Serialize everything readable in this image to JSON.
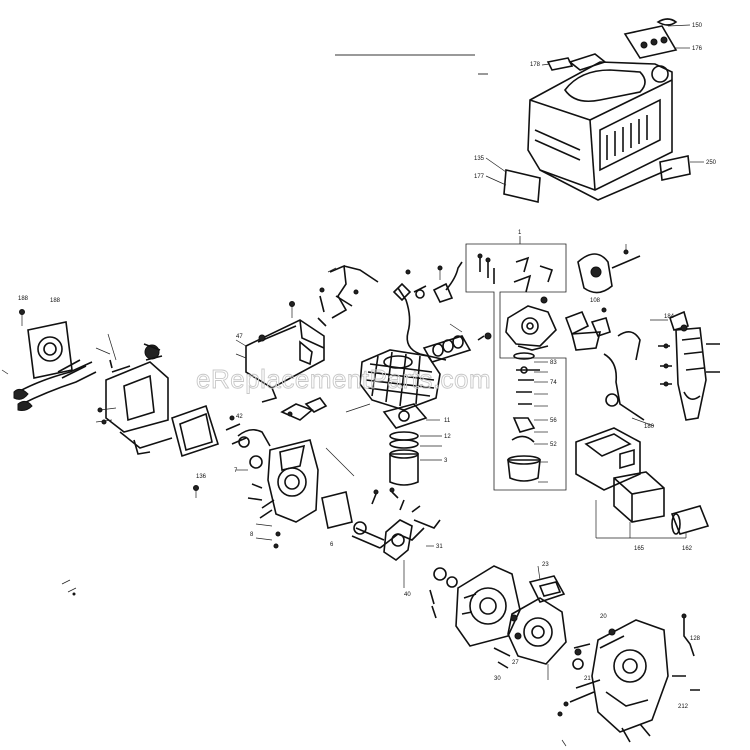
{
  "watermark": "eReplacementParts.com",
  "callouts": {
    "c150": "150",
    "c176": "176",
    "c178": "178",
    "c135": "135",
    "c177": "177",
    "c250": "250",
    "c3": "3",
    "c188": "188",
    "c11": "11",
    "c1": "1",
    "c83": "83",
    "c74": "74",
    "c47": "47",
    "c56": "56",
    "c52": "52",
    "c136": "136",
    "c7": "7",
    "c42": "42",
    "c8": "8",
    "c12": "12",
    "c6": "6",
    "c31": "31",
    "c40": "40",
    "c23": "23",
    "c27": "27",
    "c30": "30",
    "c20": "20",
    "c21": "21",
    "c128": "128",
    "c212": "212",
    "c180": "180",
    "c108": "108",
    "c184": "184",
    "c165": "165",
    "c162": "162",
    "c188b": "188"
  }
}
